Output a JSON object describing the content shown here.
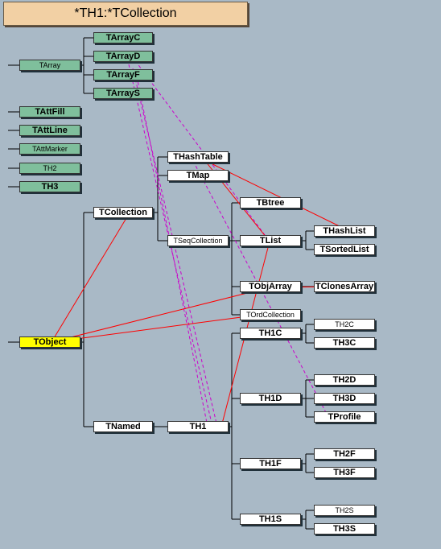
{
  "title": "*TH1:*TCollection",
  "colors": {
    "background": "#a9b9c6",
    "title_fill": "#f2d0a4",
    "green_node": "#7fbf9c",
    "white_node": "#ffffff",
    "highlight_node": "#ffff00",
    "tree_line": "#000000",
    "relation_line": "#ff0000",
    "dashed_line": "#cc00cc"
  },
  "nodes": {
    "tarray": "TArray",
    "tarrayc": "TArrayC",
    "tarrayd": "TArrayD",
    "tarrayf": "TArrayF",
    "tarrays": "TArrayS",
    "tattfill": "TAttFill",
    "tattline": "TAttLine",
    "tattmarker": "TAttMarker",
    "th2_left": "TH2",
    "th3_left": "TH3",
    "tobject": "TObject",
    "tcollection": "TCollection",
    "tnamed": "TNamed",
    "thashtable": "THashTable",
    "tmap": "TMap",
    "tseqcollection": "TSeqCollection",
    "th1": "TH1",
    "tbtree": "TBtree",
    "tlist": "TList",
    "tobjarray": "TObjArray",
    "tordcollection": "TOrdCollection",
    "th1c": "TH1C",
    "th1d": "TH1D",
    "th1f": "TH1F",
    "th1s": "TH1S",
    "thashlist": "THashList",
    "tsortedlist": "TSortedList",
    "tclonesarray": "TClonesArray",
    "th2c": "TH2C",
    "th3c": "TH3C",
    "th2d": "TH2D",
    "th3d": "TH3D",
    "tprofile": "TProfile",
    "th2f": "TH2F",
    "th3f": "TH3F",
    "th2s": "TH2S",
    "th3s": "TH3S"
  }
}
